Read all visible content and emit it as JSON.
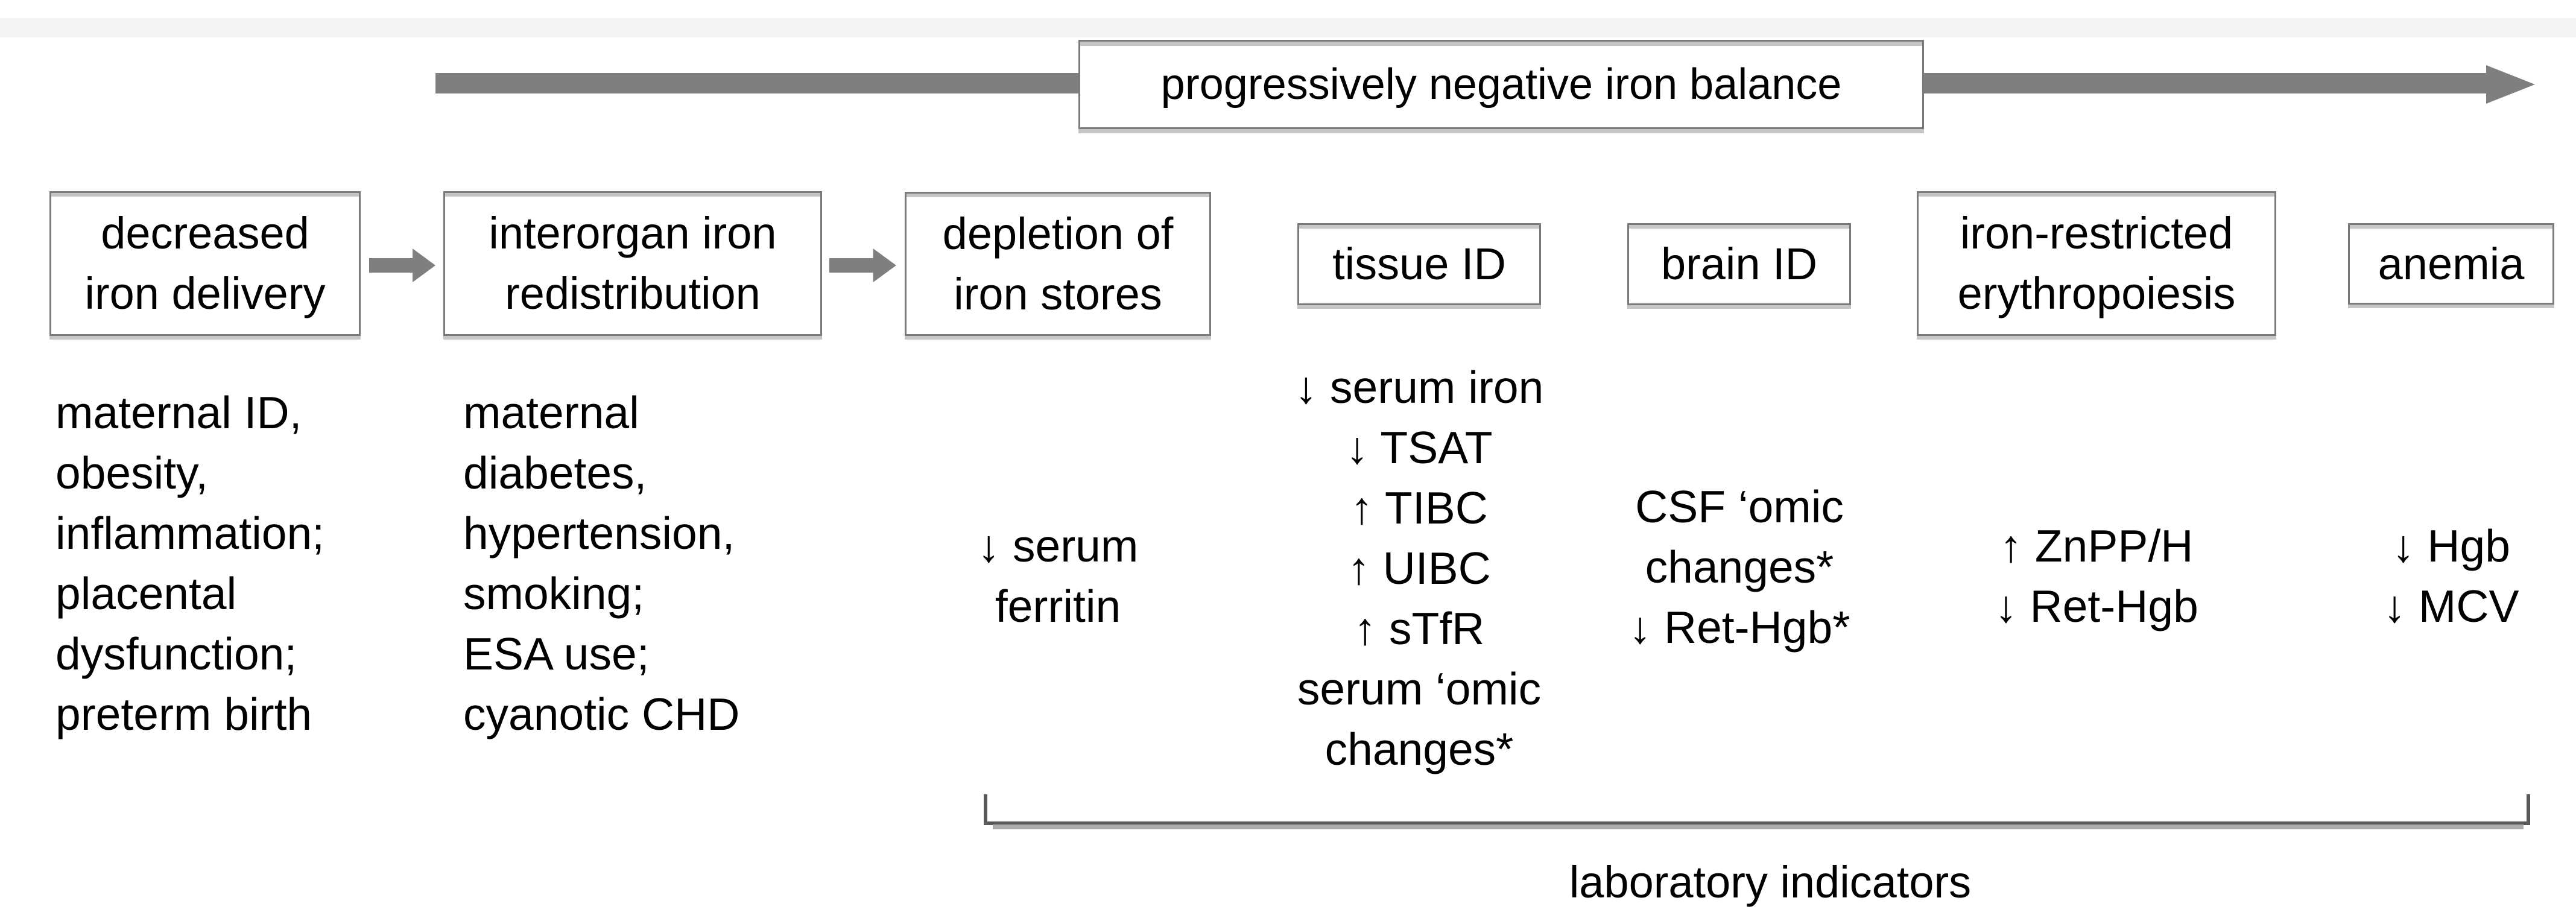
{
  "banner": {
    "label": "progressively negative iron balance"
  },
  "columns": [
    {
      "id": "decreased-iron-delivery",
      "box_label": "decreased\niron delivery",
      "detail": "maternal ID,\nobesity,\ninflammation;\nplacental\ndysfunction;\npreterm birth"
    },
    {
      "id": "interorgan-iron-redistribution",
      "box_label": "interorgan iron\nredistribution",
      "detail": "maternal\ndiabetes,\nhypertension,\nsmoking;\nESA use;\ncyanotic CHD"
    },
    {
      "id": "depletion-of-iron-stores",
      "box_label": "depletion of\niron stores",
      "detail": "↓ serum\nferritin"
    },
    {
      "id": "tissue-id",
      "box_label": "tissue ID",
      "detail": "↓ serum iron\n↓ TSAT\n↑ TIBC\n↑ UIBC\n↑ sTfR\nserum ‘omic\nchanges*"
    },
    {
      "id": "brain-id",
      "box_label": "brain ID",
      "detail": "CSF ‘omic\nchanges*\n↓ Ret-Hgb*"
    },
    {
      "id": "iron-restricted-erythropoiesis",
      "box_label": "iron-restricted\nerythropoiesis",
      "detail": "↑ ZnPP/H\n↓ Ret-Hgb"
    },
    {
      "id": "anemia",
      "box_label": "anemia",
      "detail": "↓ Hgb\n↓ MCV"
    }
  ],
  "bracket": {
    "label": "laboratory indicators"
  },
  "colors": {
    "arrow_gray": "#7f7f7f",
    "box_border_gray": "#7a7a7a",
    "box_shadow_gray": "#c6c6c6",
    "bracket_gray": "#595959",
    "bracket_shadow_gray": "#ababab",
    "text_black": "#000000"
  }
}
